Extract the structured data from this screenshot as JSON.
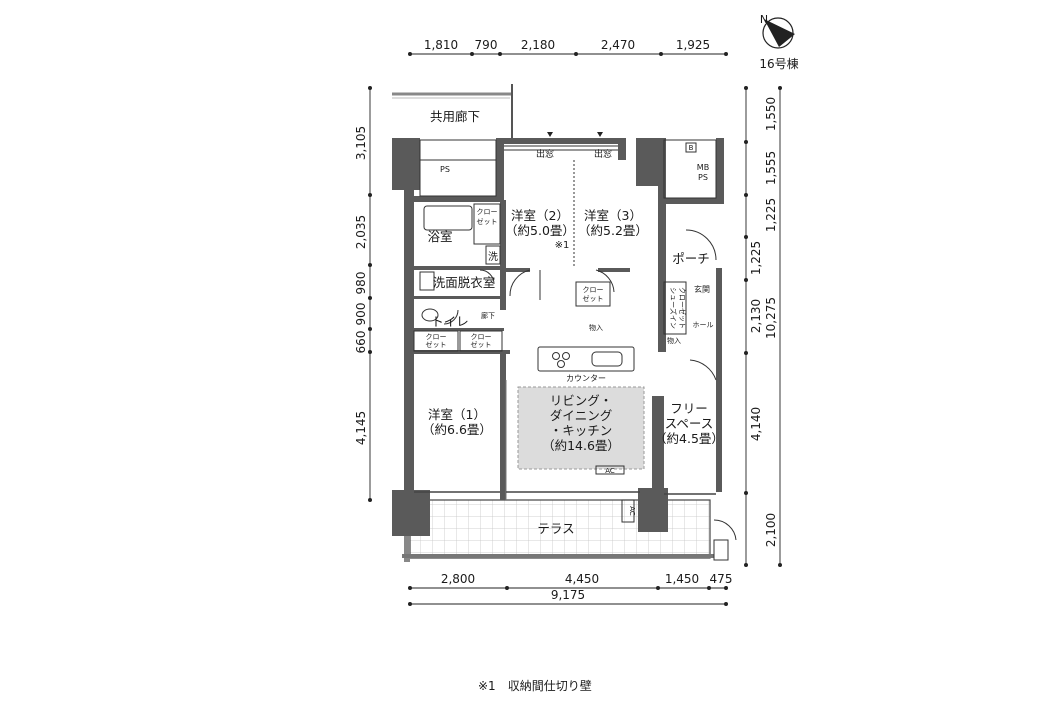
{
  "building": "16号棟",
  "compass_letter": "N",
  "dims_top": [
    "1,810",
    "790",
    "2,180",
    "2,470",
    "1,925"
  ],
  "dims_bottom": [
    "2,800",
    "4,450",
    "1,450",
    "475"
  ],
  "dim_total_bottom": "9,175",
  "dims_left": [
    "3,105",
    "2,035",
    "980",
    "900",
    "660",
    "4,145"
  ],
  "dims_right": [
    "1,550",
    "1,555",
    "1,225",
    "1,225",
    "2,130",
    "4,140",
    "2,100"
  ],
  "dim_total_right": "10,275",
  "rooms": {
    "corridor": "共用廊下",
    "ps": "PS",
    "mbps_b": "B",
    "mbps_1": "MB",
    "mbps_2": "PS",
    "window1": "出窓",
    "window2": "出窓",
    "western2_name": "洋室（2）",
    "western2_size": "（約5.0畳）",
    "western3_name": "洋室（3）",
    "western3_size": "（約5.2畳）",
    "note_mark": "※1",
    "bath": "浴室",
    "closet_bath_1": "クロー",
    "closet_bath_2": "ゼット",
    "wash": "洗",
    "washroom": "洗面脱衣室",
    "hallway": "廊下",
    "toilet": "トイレ",
    "closet_a_1": "クロー",
    "closet_a_2": "ゼット",
    "closet_b_1": "クロー",
    "closet_b_2": "ゼット",
    "closet_c_1": "クロー",
    "closet_c_2": "ゼット",
    "storage1": "物入",
    "storage2": "物入",
    "porch": "ポーチ",
    "entrance": "玄関",
    "shoes_1": "シューズイン",
    "shoes_2": "クローゼット",
    "hall": "ホール",
    "counter": "カウンター",
    "ldk_1": "リビング・",
    "ldk_2": "ダイニング",
    "ldk_3": "・キッチン",
    "ldk_size": "（約14.6畳）",
    "ac1": "AC",
    "ac2": "AC",
    "free_1": "フリー",
    "free_2": "スペース",
    "free_size": "（約4.5畳）",
    "western1_name": "洋室（1）",
    "western1_size": "（約6.6畳）",
    "terrace": "テラス"
  },
  "footnote": "※1　収納間仕切り壁",
  "colors": {
    "wall": "#5a5a5a",
    "ldk_fill": "#dcdcdc",
    "line": "#222222",
    "grid": "#bdbdbd"
  }
}
